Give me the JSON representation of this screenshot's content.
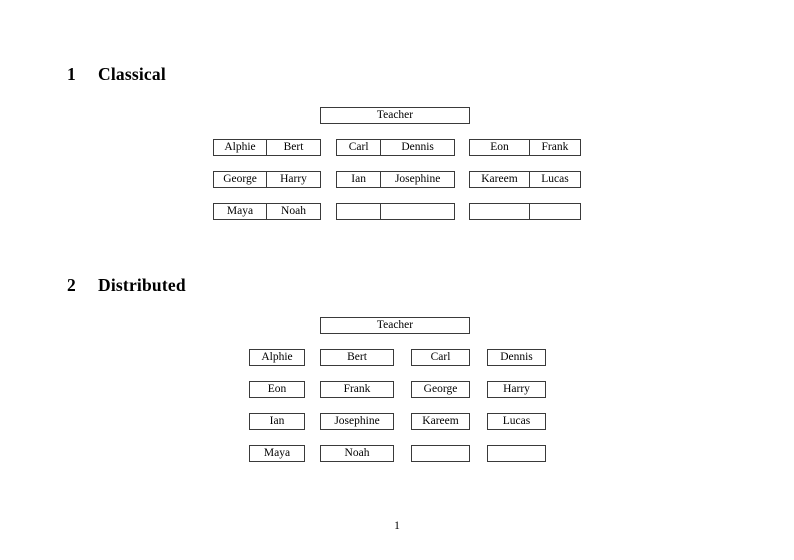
{
  "page": {
    "number": "1",
    "background": "#ffffff",
    "text_color": "#000000",
    "border_color": "#3a3a3a"
  },
  "sections": [
    {
      "number": "1",
      "title": "Classical",
      "layout": "grouped-pairs",
      "root": {
        "label": "Teacher"
      },
      "groups": [
        {
          "name": "group-left",
          "rows": [
            {
              "cells": [
                "Alphie",
                "Bert"
              ]
            },
            {
              "cells": [
                "George",
                "Harry"
              ]
            },
            {
              "cells": [
                "Maya",
                "Noah"
              ]
            }
          ]
        },
        {
          "name": "group-middle",
          "rows": [
            {
              "cells": [
                "Carl",
                "Dennis"
              ]
            },
            {
              "cells": [
                "Ian",
                "Josephine"
              ]
            },
            {
              "cells": [
                "",
                ""
              ]
            }
          ]
        },
        {
          "name": "group-right",
          "rows": [
            {
              "cells": [
                "Eon",
                "Frank"
              ]
            },
            {
              "cells": [
                "Kareem",
                "Lucas"
              ]
            },
            {
              "cells": [
                "",
                ""
              ]
            }
          ]
        }
      ]
    },
    {
      "number": "2",
      "title": "Distributed",
      "layout": "individual-boxes",
      "root": {
        "label": "Teacher"
      },
      "rows": [
        [
          "Alphie",
          "Bert",
          "Carl",
          "Dennis"
        ],
        [
          "Eon",
          "Frank",
          "George",
          "Harry"
        ],
        [
          "Ian",
          "Josephine",
          "Kareem",
          "Lucas"
        ],
        [
          "Maya",
          "Noah",
          "",
          ""
        ]
      ]
    }
  ]
}
